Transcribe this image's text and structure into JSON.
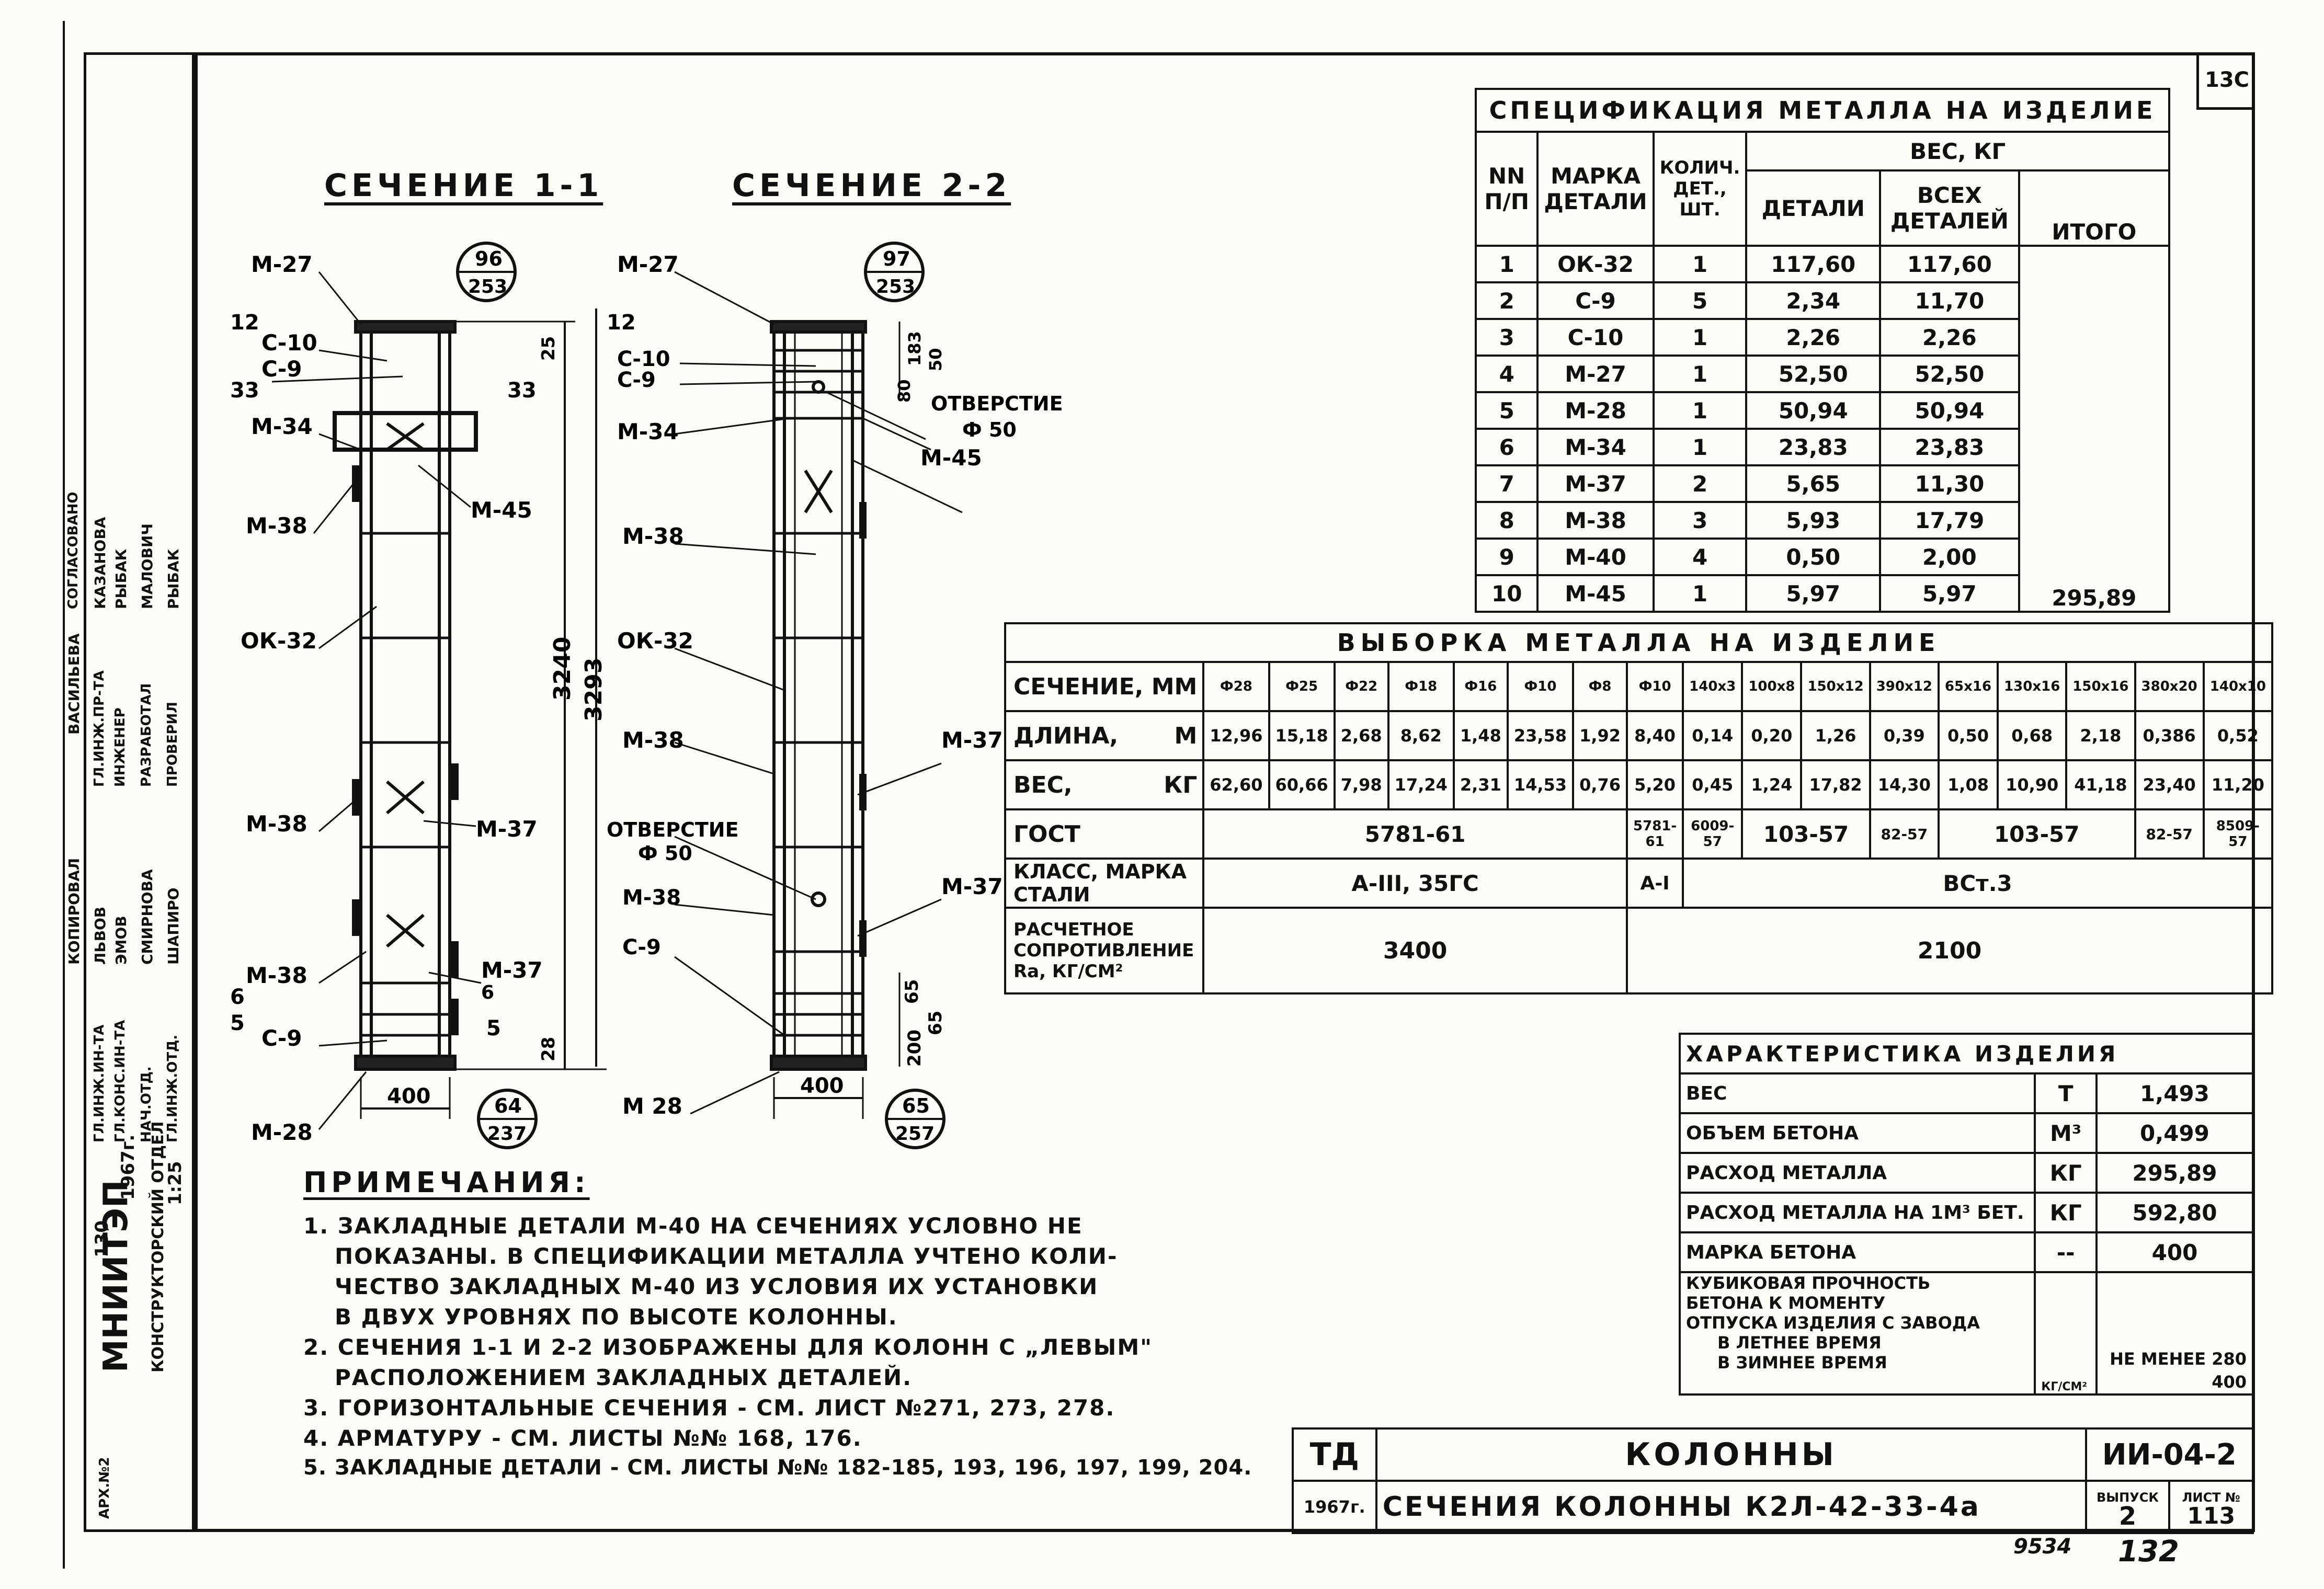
{
  "corner_number": "13С",
  "footer_numbers": {
    "left": "9534",
    "right": "132"
  },
  "side_block": {
    "org": "МНИИТЭП",
    "dept": "КОНСТРУКТОРСКИЙ ОТДЕЛ",
    "year": "1967г.",
    "scale": "1:25",
    "code": "130",
    "archive": "АРХ.№2",
    "roles": [
      {
        "role": "ГЛ.ИНЖ.ИН-ТА",
        "name": "ЛЬВОВ"
      },
      {
        "role": "ГЛ.КОНС.ИН-ТА",
        "name": "ЭМОВ"
      },
      {
        "role": "НАЧ.ОТД.",
        "name": "СМИРНОВА"
      },
      {
        "role": "ГЛ.ИНЖ.ОТД.",
        "name": "ШАПИРО"
      },
      {
        "role": "ГЛ.ИНЖ.ПР-ТА",
        "name": "КАЗАНОВА"
      },
      {
        "role": "ИНЖЕНЕР",
        "name": "РЫБАК"
      },
      {
        "role": "РАЗРАБОТАЛ",
        "name": "МАЛОВИЧ"
      },
      {
        "role": "ПРОВЕРИЛ",
        "name": "РЫБАК"
      }
    ],
    "copied": "КОПИРОВАЛ",
    "agreed": "СОГЛАСОВАНО",
    "copy_name": "ВАСИЛЬЕВА"
  },
  "section_titles": {
    "s1": "СЕЧЕНИЕ 1-1",
    "s2": "СЕЧЕНИЕ 2-2"
  },
  "drawing_labels": {
    "s1_left": [
      "М-27",
      "С-10",
      "С-9",
      "М-34",
      "М-38",
      "ОК-32",
      "М-38",
      "М-38",
      "С-9",
      "М-28"
    ],
    "s1_right": [
      "М-45",
      "М-37",
      "М-37"
    ],
    "s1_circle_top": {
      "top": "96",
      "bottom": "253"
    },
    "s1_circle_bottom": {
      "top": "64",
      "bottom": "237"
    },
    "s1_dims": {
      "height_inner": "3240",
      "height_total": "3293",
      "width": "400",
      "top_small": "25",
      "bottom_small": "28",
      "side_12a": "12",
      "side_12b": "12",
      "side_33a": "33",
      "side_33b": "33",
      "side_6": "6",
      "side_5a": "5",
      "side_5b": "5",
      "side_6b": "6"
    },
    "s2_left": [
      "М-27",
      "С-10",
      "С-9",
      "М-34",
      "М-38",
      "ОК-32",
      "М-38",
      "ОТВЕРСТИЕ",
      "Ф 50",
      "М-38",
      "С-9",
      "М 28"
    ],
    "s2_right": [
      "ОТВЕРСТИЕ",
      "Ф 50",
      "М-45",
      "М-37",
      "М-37"
    ],
    "s2_circle_top": {
      "top": "97",
      "bottom": "253"
    },
    "s2_circle_bottom": {
      "top": "65",
      "bottom": "257"
    },
    "s2_dims": {
      "width": "400",
      "d183": "183",
      "d50": "50",
      "d80": "80",
      "d65a": "65",
      "d65b": "65",
      "d200": "200"
    }
  },
  "spec": {
    "title": "СПЕЦИФИКАЦИЯ МЕТАЛЛА НА ИЗДЕЛИЕ",
    "headers": {
      "nn": "NN П/П",
      "mark": "МАРКА ДЕТАЛИ",
      "qty": "КОЛИЧ. ДЕТ., ШТ.",
      "weight": "ВЕС, КГ",
      "detail": "ДЕТАЛИ",
      "all": "ВСЕХ ДЕТАЛЕЙ",
      "total": "ИТОГО"
    },
    "rows": [
      {
        "n": "1",
        "mark": "ОК-32",
        "qty": "1",
        "w": "117,60",
        "all": "117,60"
      },
      {
        "n": "2",
        "mark": "С-9",
        "qty": "5",
        "w": "2,34",
        "all": "11,70"
      },
      {
        "n": "3",
        "mark": "С-10",
        "qty": "1",
        "w": "2,26",
        "all": "2,26"
      },
      {
        "n": "4",
        "mark": "М-27",
        "qty": "1",
        "w": "52,50",
        "all": "52,50"
      },
      {
        "n": "5",
        "mark": "М-28",
        "qty": "1",
        "w": "50,94",
        "all": "50,94"
      },
      {
        "n": "6",
        "mark": "М-34",
        "qty": "1",
        "w": "23,83",
        "all": "23,83"
      },
      {
        "n": "7",
        "mark": "М-37",
        "qty": "2",
        "w": "5,65",
        "all": "11,30"
      },
      {
        "n": "8",
        "mark": "М-38",
        "qty": "3",
        "w": "5,93",
        "all": "17,79"
      },
      {
        "n": "9",
        "mark": "М-40",
        "qty": "4",
        "w": "0,50",
        "all": "2,00"
      },
      {
        "n": "10",
        "mark": "М-45",
        "qty": "1",
        "w": "5,97",
        "all": "5,97"
      }
    ],
    "total": "295,89"
  },
  "vyborka": {
    "title": "ВЫБОРКА МЕТАЛЛА НА ИЗДЕЛИЕ",
    "row_labels": {
      "section": "СЕЧЕНИЕ, ММ",
      "length": "ДЛИНА,",
      "length_unit": "М",
      "weight": "ВЕС,",
      "weight_unit": "КГ",
      "gost": "ГОСТ",
      "class": "КЛАСС, МАРКА СТАЛИ",
      "resist": "РАСЧЕТНОЕ СОПРОТИВЛЕНИЕ Rа, КГ/СМ²"
    },
    "sections": [
      "Ф28",
      "Ф25",
      "Ф22",
      "Ф18",
      "Ф16",
      "Ф10",
      "Ф8",
      "Ф10",
      "140х3",
      "100х8",
      "150х12",
      "390х12",
      "65х16",
      "130х16",
      "150х16",
      "380х20",
      "140х10"
    ],
    "lengths": [
      "12,96",
      "15,18",
      "2,68",
      "8,62",
      "1,48",
      "23,58",
      "1,92",
      "8,40",
      "0,14",
      "0,20",
      "1,26",
      "0,39",
      "0,50",
      "0,68",
      "2,18",
      "0,386",
      "0,52"
    ],
    "weights": [
      "62,60",
      "60,66",
      "7,98",
      "17,24",
      "2,31",
      "14,53",
      "0,76",
      "5,20",
      "0,45",
      "1,24",
      "17,82",
      "14,30",
      "1,08",
      "10,90",
      "41,18",
      "23,40",
      "11,20"
    ],
    "gost": [
      "5781-61",
      "5781-61",
      "6009-57",
      "103-57",
      "82-57",
      "103-57",
      "82-57",
      "8509-57"
    ],
    "steel": [
      "А-III, 35ГС",
      "А-I",
      "ВСт.3"
    ],
    "resist": [
      "3400",
      "2100"
    ]
  },
  "characteristics": {
    "title": "ХАРАКТЕРИСТИКА ИЗДЕЛИЯ",
    "rows": [
      {
        "name": "ВЕС",
        "unit": "Т",
        "value": "1,493"
      },
      {
        "name": "ОБЪЕМ БЕТОНА",
        "unit": "М³",
        "value": "0,499"
      },
      {
        "name": "РАСХОД МЕТАЛЛА",
        "unit": "КГ",
        "value": "295,89"
      },
      {
        "name": "РАСХОД МЕТАЛЛА НА 1М³ БЕТ.",
        "unit": "КГ",
        "value": "592,80"
      },
      {
        "name": "МАРКА БЕТОНА",
        "unit": "--",
        "value": "400"
      }
    ],
    "strength_lines": [
      "КУБИКОВАЯ ПРОЧНОСТЬ",
      "БЕТОНА К МОМЕНТУ",
      "ОТПУСКА ИЗДЕЛИЯ С ЗАВОДА",
      "В ЛЕТНЕЕ ВРЕМЯ",
      "В ЗИМНЕЕ ВРЕМЯ"
    ],
    "strength_unit": "КГ/СМ²",
    "strength_values": [
      "НЕ МЕНЕЕ 280",
      "400"
    ]
  },
  "notes": {
    "title": "ПРИМЕЧАНИЯ:",
    "lines": [
      "1. ЗАКЛАДНЫЕ ДЕТАЛИ М-40 НА СЕЧЕНИЯХ УСЛОВНО НЕ",
      "ПОКАЗАНЫ. В СПЕЦИФИКАЦИИ МЕТАЛЛА УЧТЕНО КОЛИ-",
      "ЧЕСТВО ЗАКЛАДНЫХ М-40 ИЗ УСЛОВИЯ ИХ УСТАНОВКИ",
      "В ДВУХ УРОВНЯХ ПО ВЫСОТЕ КОЛОННЫ.",
      "2. СЕЧЕНИЯ 1-1 И 2-2 ИЗОБРАЖЕНЫ ДЛЯ КОЛОНН С „ЛЕВЫМ\"",
      "РАСПОЛОЖЕНИЕМ ЗАКЛАДНЫХ ДЕТАЛЕЙ.",
      "3. ГОРИЗОНТАЛЬНЫЕ СЕЧЕНИЯ - СМ. ЛИСТ №271, 273, 278.",
      "4. АРМАТУРУ - СМ. ЛИСТЫ №№ 168, 176.",
      "5. ЗАКЛАДНЫЕ ДЕТАЛИ - СМ. ЛИСТЫ №№ 182-185, 193, 196, 197, 199, 204."
    ]
  },
  "stamp": {
    "org": "ТД",
    "year": "1967г.",
    "title": "КОЛОННЫ",
    "subtitle": "СЕЧЕНИЯ КОЛОННЫ К2Л-42-33-4а",
    "code": "ИИ-04-2",
    "issue_label": "ВЫПУСК",
    "issue": "2",
    "sheet_label": "ЛИСТ №",
    "sheet": "113"
  }
}
